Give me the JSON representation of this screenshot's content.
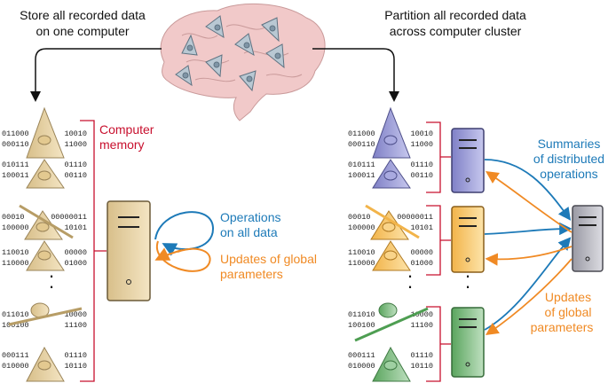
{
  "titles": {
    "left_line1": "Store all recorded data",
    "left_line2": "on one computer",
    "right_line1": "Partition all recorded data",
    "right_line2": "across computer cluster"
  },
  "left_panel": {
    "memory_line1": "Computer",
    "memory_line2": "memory",
    "ops_line1": "Operations",
    "ops_line2": "on all data",
    "updates_line1": "Updates of global",
    "updates_line2": "parameters"
  },
  "right_panel": {
    "summaries_line1": "Summaries",
    "summaries_line2": "of distributed",
    "summaries_line3": "operations",
    "updates_line1": "Updates",
    "updates_line2": "of global",
    "updates_line3": "parameters"
  },
  "binary_left": [
    [
      "011000",
      "10010"
    ],
    [
      "000110",
      "11000"
    ],
    [
      "010111",
      "01110"
    ],
    [
      "100011",
      "00110"
    ],
    [
      "00010",
      "00000011"
    ],
    [
      "100000",
      "10101"
    ],
    [
      "110010",
      "00000"
    ],
    [
      "110000",
      "01000"
    ],
    [
      "011010",
      "10000"
    ],
    [
      "100100",
      "11100"
    ],
    [
      "000111",
      "01110"
    ],
    [
      "010000",
      "10110"
    ]
  ],
  "binary_right": [
    [
      "011000",
      "10010"
    ],
    [
      "000110",
      "11000"
    ],
    [
      "010111",
      "01110"
    ],
    [
      "100011",
      "00110"
    ],
    [
      "00010",
      "00000011"
    ],
    [
      "100000",
      "10101"
    ],
    [
      "110010",
      "00000"
    ],
    [
      "110000",
      "01000"
    ],
    [
      "011010",
      "10000"
    ],
    [
      "100100",
      "11100"
    ],
    [
      "000111",
      "01110"
    ],
    [
      "010000",
      "10110"
    ]
  ],
  "ellipsis": "·",
  "colors": {
    "red": "#c8102e",
    "blue": "#1d7ab8",
    "orange": "#f08a24",
    "tan": "#e8d4a8",
    "purple": "#8e8fd0",
    "yellow": "#f6c86a",
    "green": "#6fb872",
    "gray": "#b8b8c0"
  }
}
